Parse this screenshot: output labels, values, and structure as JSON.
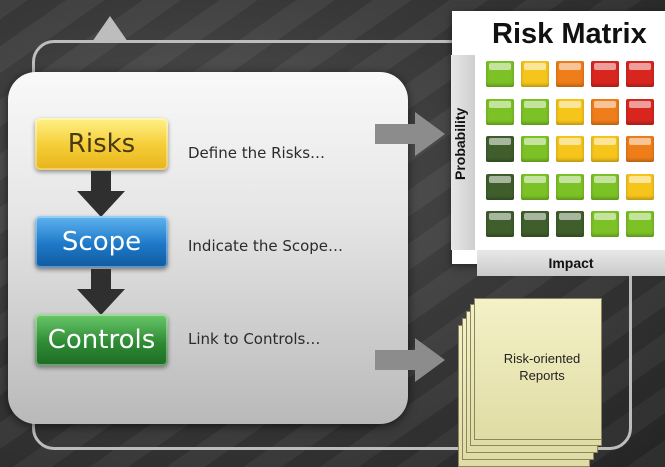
{
  "steps": [
    {
      "label": "Risks",
      "description": "Define the Risks…"
    },
    {
      "label": "Scope",
      "description": "Indicate the Scope…"
    },
    {
      "label": "Controls",
      "description": "Link to Controls…"
    }
  ],
  "matrix": {
    "title": "Risk Matrix",
    "y_axis_label": "Probability",
    "x_axis_label": "Impact",
    "rows": [
      [
        "green",
        "yellow",
        "orange",
        "red",
        "red"
      ],
      [
        "green",
        "green",
        "yellow",
        "orange",
        "red"
      ],
      [
        "darkgreen",
        "green",
        "yellow",
        "yellow",
        "orange"
      ],
      [
        "darkgreen",
        "green",
        "green",
        "green",
        "yellow"
      ],
      [
        "darkgreen",
        "darkgreen",
        "darkgreen",
        "green",
        "green"
      ]
    ]
  },
  "reports": {
    "label_line1": "Risk-oriented",
    "label_line2": "Reports"
  },
  "colors": {
    "risks": "#f5cf3a",
    "scope": "#1e78c8",
    "controls": "#2e8b35",
    "cell_red": "#d8261f",
    "cell_orange": "#ef7d1a",
    "cell_yellow": "#f6c51b",
    "cell_green": "#7cc226",
    "cell_darkgreen": "#3f5e2c"
  }
}
